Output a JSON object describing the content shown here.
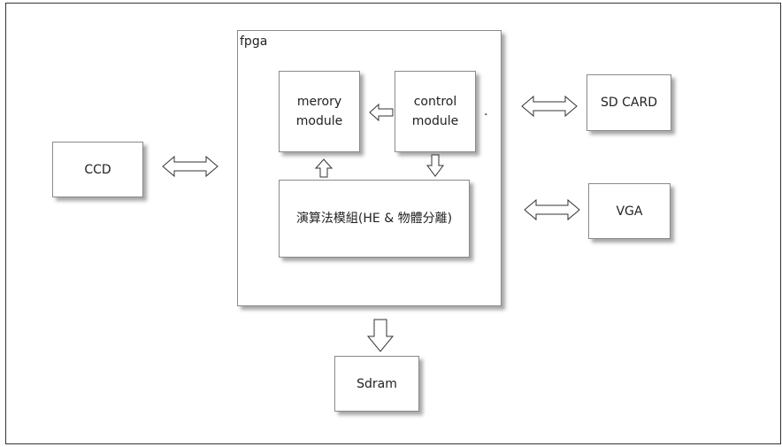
{
  "diagram": {
    "fpga": "fpga",
    "memory_module": "merory\nmodule",
    "control_module": "control\nmodule",
    "algorithm_module": "演算法模組(HE  &  物體分離)",
    "ccd": "CCD",
    "sd_card": "SD CARD",
    "vga": "VGA",
    "sdram": "Sdram",
    "dot": "."
  }
}
